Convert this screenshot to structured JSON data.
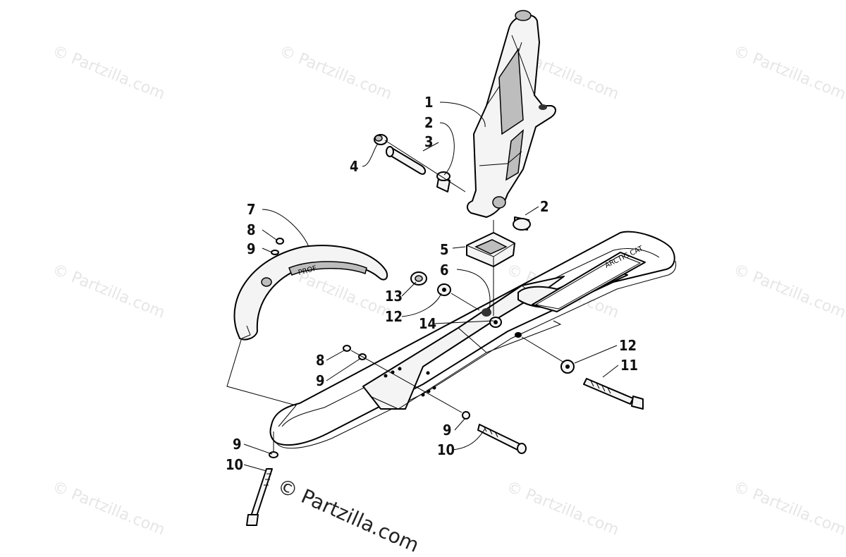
{
  "watermarks": {
    "small": "© Partzilla.com",
    "main": "© Partzilla.com"
  },
  "callouts": {
    "c1": "1",
    "c2a": "2",
    "c2b": "2",
    "c3": "3",
    "c4": "4",
    "c5": "5",
    "c6": "6",
    "c7": "7",
    "c8a": "8",
    "c8b": "8",
    "c9a": "9",
    "c9b": "9",
    "c9c": "9",
    "c9d": "9",
    "c10a": "10",
    "c10b": "10",
    "c11": "11",
    "c12a": "12",
    "c12b": "12",
    "c13": "13",
    "c14": "14"
  },
  "ski_logo_text": "ARCTIC CAT",
  "handle_logo_text": "PROF"
}
